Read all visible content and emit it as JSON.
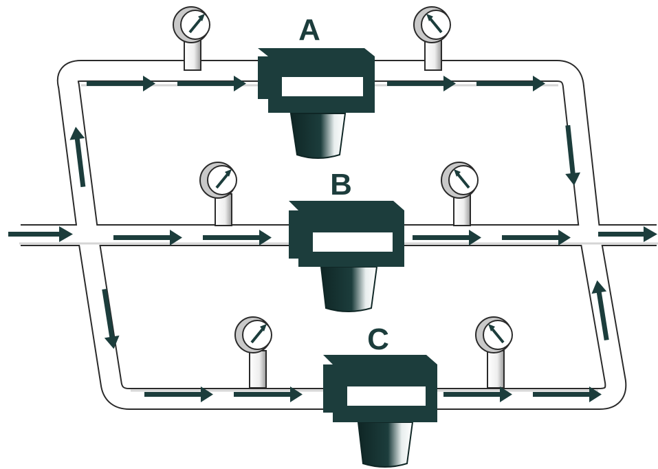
{
  "diagram": {
    "colors": {
      "unit": "#1c3d3c",
      "pipe_outline": "#2a2a2a",
      "pipe_fill": "#ffffff",
      "gauge_face": "#ffffff",
      "gauge_rim": "#c9c9c9",
      "arrow": "#1c3d3c"
    },
    "units": [
      {
        "id": "A",
        "label": "A"
      },
      {
        "id": "B",
        "label": "B"
      },
      {
        "id": "C",
        "label": "C"
      }
    ],
    "gauge_count": 6,
    "flow_direction": "left-to-right"
  }
}
